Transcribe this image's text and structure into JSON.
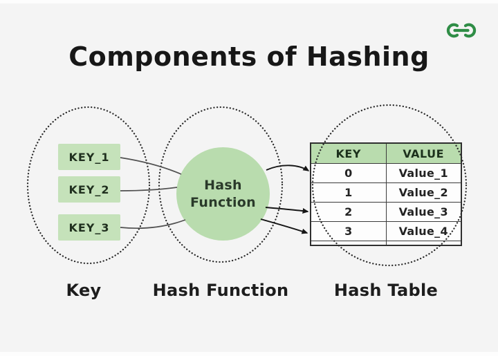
{
  "title": "Components of Hashing",
  "logo": {
    "name": "geeksforgeeks-logo",
    "color": "#2f8d46"
  },
  "key_section": {
    "caption": "Key",
    "items": [
      "KEY_1",
      "KEY_2",
      "KEY_3"
    ]
  },
  "hash_function_section": {
    "caption": "Hash Function",
    "node_line1": "Hash",
    "node_line2": "Function"
  },
  "hash_table_section": {
    "caption": "Hash Table",
    "columns": [
      "KEY",
      "VALUE"
    ],
    "rows": [
      {
        "key": "0",
        "value": "Value_1"
      },
      {
        "key": "1",
        "value": "Value_2"
      },
      {
        "key": "2",
        "value": "Value_3"
      },
      {
        "key": "3",
        "value": "Value_4"
      }
    ]
  },
  "colors": {
    "canvas": "#f4f4f4",
    "key_box_green": "#c5e2ba",
    "circle_green": "#b9dcae",
    "table_header_green": "#b9dcae",
    "logo_green": "#2f8d46",
    "connector_gray": "#505050",
    "arrow_black": "#161616",
    "dotted_outline": "#2b2b2b",
    "text_dark": "#1d1d1d"
  }
}
